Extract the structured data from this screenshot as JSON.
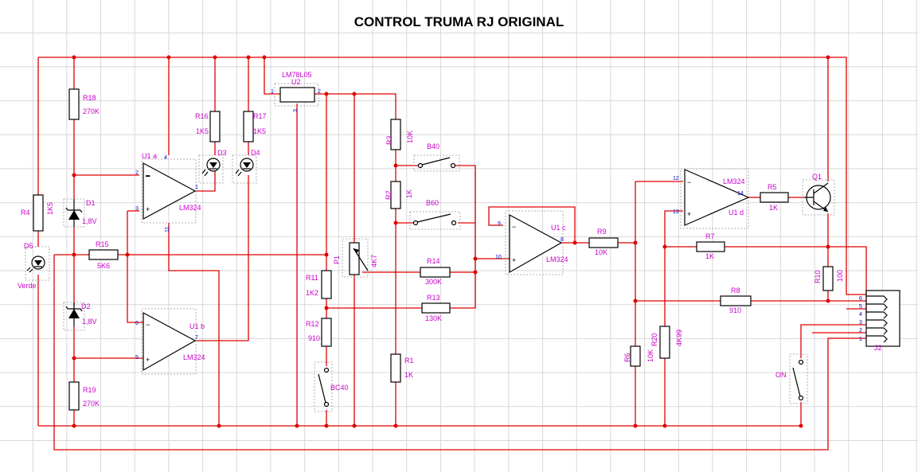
{
  "title": "CONTROL TRUMA RJ ORIGINAL",
  "components": {
    "R18": {
      "ref": "R18",
      "value": "270K"
    },
    "R19": {
      "ref": "R19",
      "value": "270K"
    },
    "R4": {
      "ref": "R4",
      "value": "1K5"
    },
    "R15": {
      "ref": "R15",
      "value": "5K6"
    },
    "R16": {
      "ref": "R16",
      "value": "1K5"
    },
    "R17": {
      "ref": "R17",
      "value": "1K5"
    },
    "R3": {
      "ref": "R3",
      "value": "10K"
    },
    "R2": {
      "ref": "R2",
      "value": "1K"
    },
    "R1": {
      "ref": "R1",
      "value": "1K"
    },
    "R11": {
      "ref": "R11",
      "value": "1K2"
    },
    "R12": {
      "ref": "R12",
      "value": "910"
    },
    "R14": {
      "ref": "R14",
      "value": "300K"
    },
    "R13": {
      "ref": "R13",
      "value": "130K"
    },
    "R9": {
      "ref": "R9",
      "value": "10K"
    },
    "R5": {
      "ref": "R5",
      "value": "1K"
    },
    "R7": {
      "ref": "R7",
      "value": "1K"
    },
    "R8": {
      "ref": "R8",
      "value": "910"
    },
    "R6": {
      "ref": "R6",
      "value": "10K"
    },
    "R20": {
      "ref": "R20",
      "value": "4K99"
    },
    "R10": {
      "ref": "R10",
      "value": "100"
    },
    "P1": {
      "ref": "P1",
      "value": "4K7"
    },
    "D1": {
      "ref": "D1",
      "value": "1,8V"
    },
    "D2": {
      "ref": "D2",
      "value": "1,8V"
    },
    "D3": {
      "ref": "D3"
    },
    "D4": {
      "ref": "D4"
    },
    "D5": {
      "ref": "D5",
      "value": "Verde"
    },
    "U1a": {
      "ref": "U1 a",
      "value": "LM324"
    },
    "U1b": {
      "ref": "U1 b",
      "value": "LM324"
    },
    "U1c": {
      "ref": "U1 c",
      "value": "LM324"
    },
    "U1d": {
      "ref": "U1 d",
      "value": "LM324"
    },
    "U2": {
      "ref": "U2",
      "value": "LM78L05"
    },
    "Q1": {
      "ref": "Q1"
    },
    "J2": {
      "ref": "J2"
    },
    "B40": {
      "ref": "B40"
    },
    "B60": {
      "ref": "B60"
    },
    "BC40": {
      "ref": "BC40"
    },
    "ON": {
      "ref": "ON"
    }
  },
  "pins": {
    "u1a_p2": "2",
    "u1a_p3": "3",
    "u1a_p1": "1",
    "u1a_p4": "4",
    "u1a_p11": "11",
    "u1b_p6": "6",
    "u1b_p5": "5",
    "u1b_p7": "7",
    "u1c_p9": "9",
    "u1c_p10": "10",
    "u1c_p8": "8",
    "u1d_p12": "12",
    "u1d_p13": "13",
    "u1d_p14": "14",
    "u2_p1": "1",
    "u2_p2": "2",
    "u2_p3": "3",
    "j2_p6": "6",
    "j2_p5": "5",
    "j2_p4": "4",
    "j2_p3": "3",
    "j2_p2": "2",
    "j2_p1": "1"
  }
}
